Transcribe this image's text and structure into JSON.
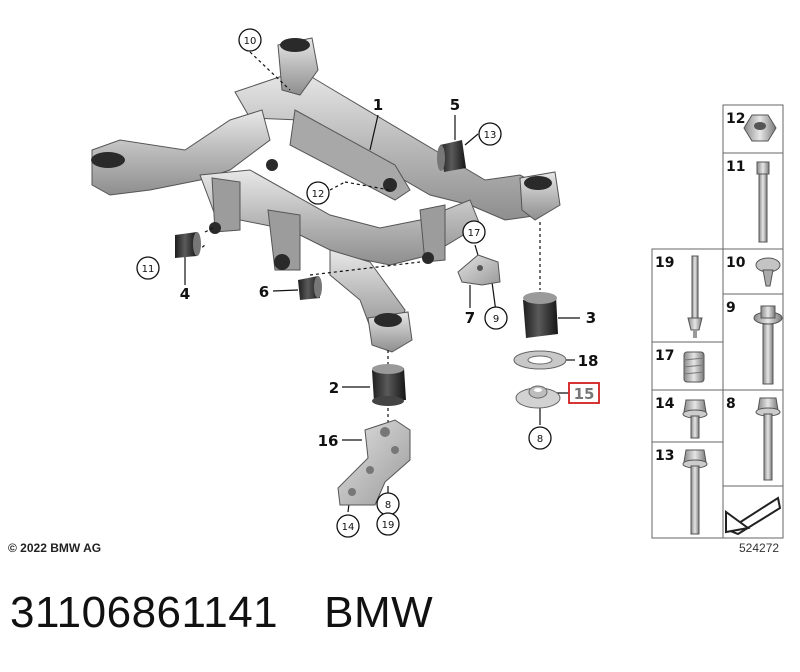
{
  "copyright": "© 2022 BMW AG",
  "diagram_number": "524272",
  "part_number": "31106861141",
  "brand": "BMW",
  "highlighted_part": "15",
  "callouts": {
    "c1": "1",
    "c2": "2",
    "c3": "3",
    "c4": "4",
    "c5": "5",
    "c6": "6",
    "c7": "7",
    "c8a": "8",
    "c8b": "8",
    "c9": "9",
    "c10": "10",
    "c11": "11",
    "c12": "12",
    "c13": "13",
    "c14": "14",
    "c15": "15",
    "c16": "16",
    "c17": "17",
    "c18": "18",
    "c19": "19"
  },
  "side_panel": {
    "r1": "12",
    "r2": "11",
    "r3a": "19",
    "r3b": "10",
    "r4": "9",
    "r5": "17",
    "r6a": "14",
    "r6b": "8",
    "r7": "13"
  }
}
